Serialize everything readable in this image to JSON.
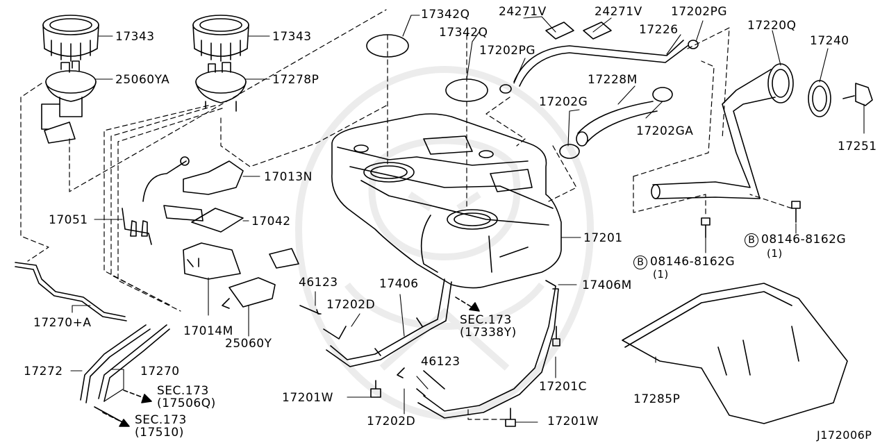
{
  "diagram_id": "J172006P",
  "parts": {
    "p17343a": "17343",
    "p17343b": "17343",
    "p25060YA": "25060YA",
    "p17278P": "17278P",
    "p17342Q_a": "17342Q",
    "p17342Q_b": "17342Q",
    "p24271V_a": "24271V",
    "p24271V_b": "24271V",
    "p17202PG_a": "17202PG",
    "p17202PG_b": "17202PG",
    "p17226": "17226",
    "p17220Q": "17220Q",
    "p17240": "17240",
    "p17228M": "17228M",
    "p17202G": "17202G",
    "p17202GA": "17202GA",
    "p17251": "17251",
    "p17013N": "17013N",
    "p17051": "17051",
    "p17042": "17042",
    "p17201": "17201",
    "p08146_a": "08146-8162G",
    "p08146_a_qty": "(1)",
    "p08146_b": "08146-8162G",
    "p08146_b_qty": "(1)",
    "bolt_mark": "B",
    "p17270A": "17270+A",
    "p46123_a": "46123",
    "p17406": "17406",
    "p17406M": "17406M",
    "p17202D_a": "17202D",
    "p17014M": "17014M",
    "p25060Y": "25060Y",
    "sec173_a": "SEC.173",
    "sec173_a_ref": "(17338Y)",
    "p17272": "17272",
    "p17270": "17270",
    "sec173_b": "SEC.173",
    "sec173_b_ref": "(17506Q)",
    "sec173_c": "SEC.173",
    "sec173_c_ref": "(17510)",
    "p17201W_a": "17201W",
    "p46123_b": "46123",
    "p17201C": "17201C",
    "p17285P": "17285P",
    "p17202D_b": "17202D",
    "p17201W_b": "17201W"
  }
}
